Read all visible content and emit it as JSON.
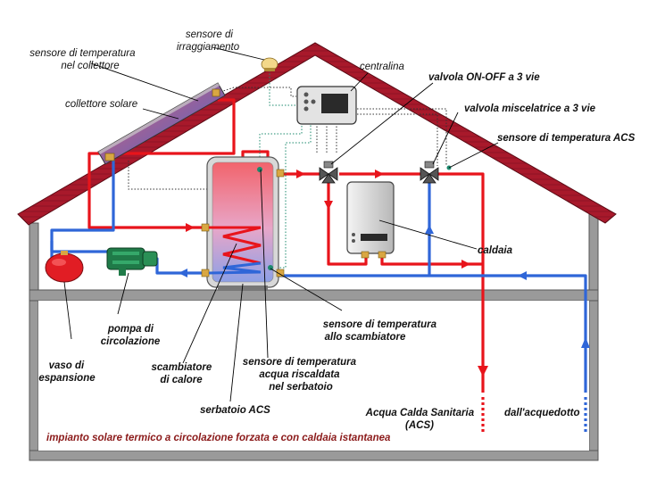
{
  "colors": {
    "hot_water": "#e8141b",
    "cold_water": "#2f66d8",
    "roof": "#a8192b",
    "wall": "#9a9a9a",
    "caption": "#8b1a1a"
  },
  "labels": {
    "sensore_irraggiamento": [
      "sensore di",
      "irraggiamento"
    ],
    "sensore_collettore": [
      "sensore di temperatura",
      "nel collettore"
    ],
    "collettore_solare": "collettore solare",
    "centralina": "centralina",
    "valvola_onoff": "valvola ON-OFF a 3 vie",
    "valvola_miscelatrice": "valvola miscelatrice a 3 vie",
    "sensore_acs": "sensore di temperatura ACS",
    "caldaia": "caldaia",
    "pompa": [
      "pompa di",
      "circolazione"
    ],
    "vaso": [
      "vaso di",
      "espansione"
    ],
    "scambiatore": [
      "scambiatore",
      "di calore"
    ],
    "sensore_serbatoio": [
      "sensore di temperatura",
      "acqua riscaldata",
      "nel serbatoio"
    ],
    "sensore_scambiatore": [
      "sensore di temperatura",
      "allo scambiatore"
    ],
    "serbatoio": "serbatoio ACS",
    "acs": [
      "Acqua Calda Sanitaria",
      "(ACS)"
    ],
    "acquedotto": "dall'acquedotto"
  },
  "caption": "impianto solare termico a circolazione forzata e con caldaia istantanea"
}
